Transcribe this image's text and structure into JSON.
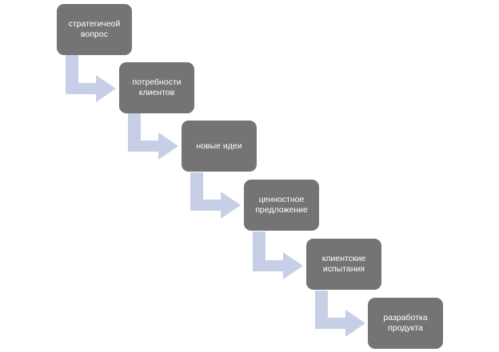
{
  "diagram": {
    "steps": [
      {
        "label": "стратегичеой\nвопрос"
      },
      {
        "label": "потребности\nклиентов"
      },
      {
        "label": "новые идеи"
      },
      {
        "label": "ценностное\nпредложение"
      },
      {
        "label": "клиентские\nиспытания"
      },
      {
        "label": "разработка\nпродукта"
      }
    ],
    "colors": {
      "box_fill": "#747474",
      "box_text": "#ffffff",
      "arrow_fill": "#c6cfe6"
    }
  }
}
